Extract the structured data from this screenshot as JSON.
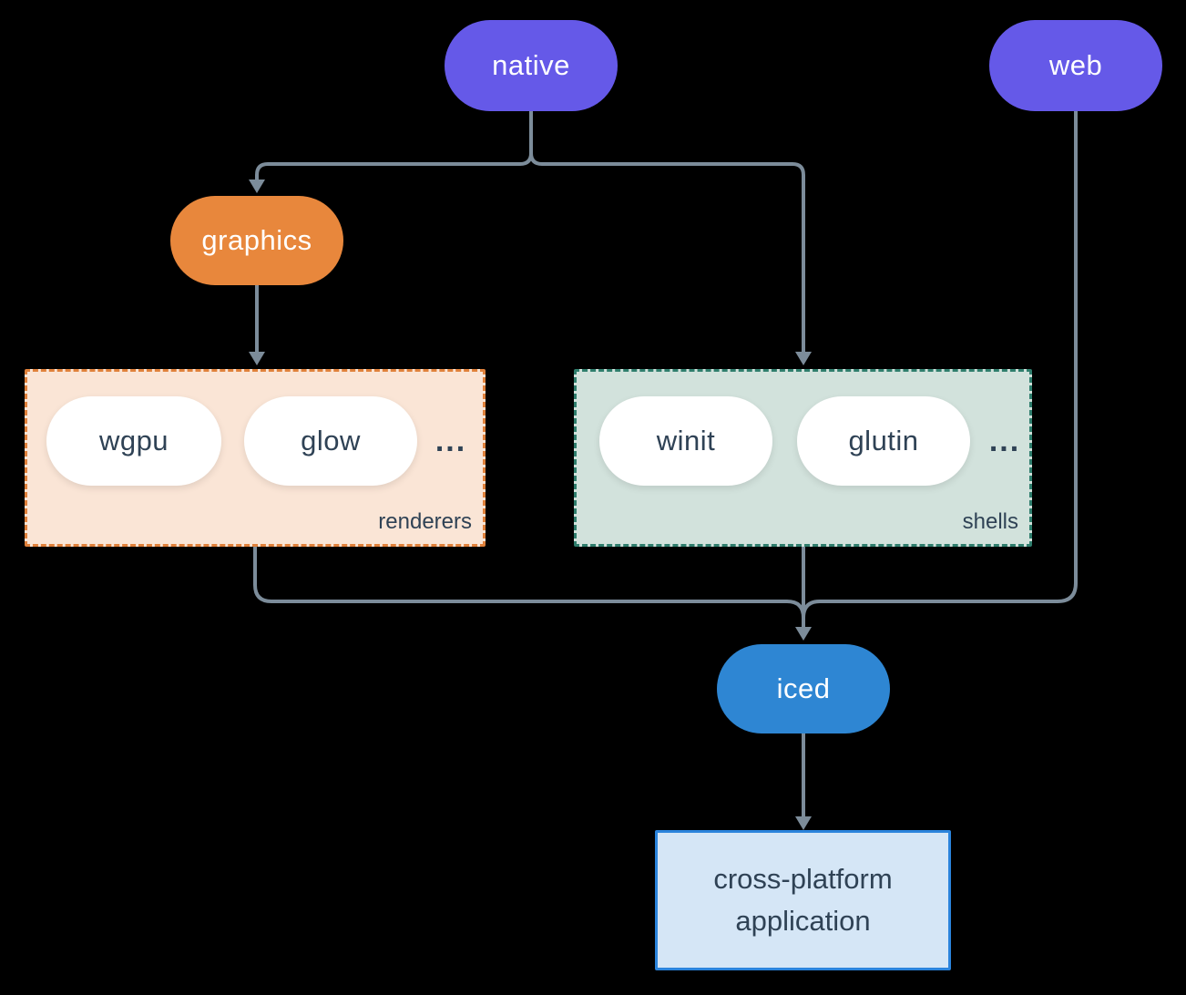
{
  "diagram": {
    "colors": {
      "background": "#000000",
      "connector": "#7C8C9A",
      "purple_node": "#6559E8",
      "orange_node": "#E8873C",
      "blue_node": "#2E86D3",
      "white_pill": "#FFFFFF",
      "dark_text": "#2F4255",
      "renderers_bg": "#FAE5D6",
      "renderers_border": "#E0813B",
      "shells_bg": "#D2E2DC",
      "shells_border": "#2F7E6D",
      "app_bg": "#D5E6F6",
      "app_border": "#2B84DC"
    },
    "nodes": {
      "native": "native",
      "web": "web",
      "graphics": "graphics",
      "iced": "iced"
    },
    "groups": {
      "renderers": {
        "label": "renderers",
        "items": [
          "wgpu",
          "glow"
        ],
        "ellipsis": "..."
      },
      "shells": {
        "label": "shells",
        "items": [
          "winit",
          "glutin"
        ],
        "ellipsis": "..."
      }
    },
    "application": {
      "line1": "cross-platform",
      "line2": "application"
    }
  }
}
